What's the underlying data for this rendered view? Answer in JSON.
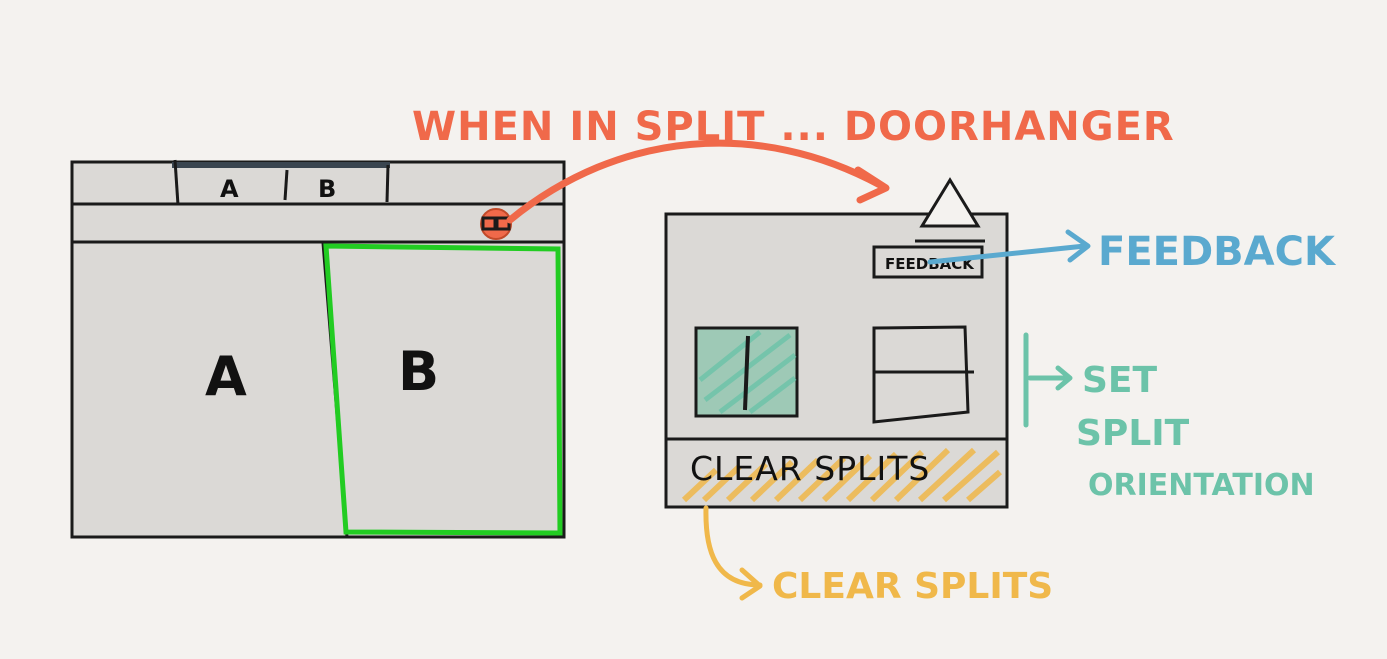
{
  "colors": {
    "background": "#f4f2ef",
    "panel": "#dbd9d6",
    "stroke": "#1a1a1a",
    "title": "#f0694a",
    "highlight_green": "#22cc22",
    "feedback_blue": "#5aa9cf",
    "orientation_teal": "#6cc3a9",
    "clear_orange": "#f0b84a",
    "tab_bar_dark": "#3a4550"
  },
  "title": "WHEN IN SPLIT ... DOORHANGER",
  "window": {
    "tabs": [
      "A",
      "B"
    ],
    "pane_left_label": "A",
    "pane_right_label": "B",
    "split_button_glyph": "◫"
  },
  "doorhanger": {
    "feedback_button": "FEEDBACK",
    "vertical_option": "vertical split",
    "horizontal_option": "horizontal split",
    "clear_button": "CLEAR SPLITS"
  },
  "annotations": {
    "feedback": "FEEDBACK",
    "orientation": [
      "SET",
      "SPLIT",
      "ORIENTATION"
    ],
    "clear": "CLEAR SPLITS"
  }
}
